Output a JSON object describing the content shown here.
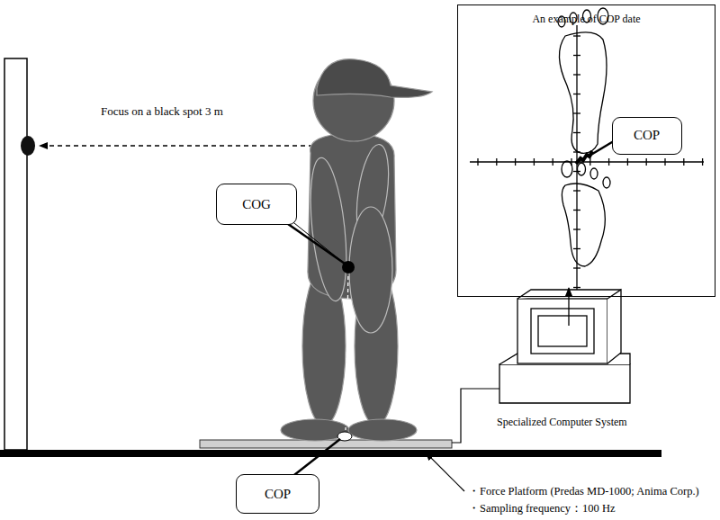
{
  "diagram": {
    "nodes": [
      {
        "text": [
          "An example of COP date"
        ]
      },
      {
        "text": [
          "COP"
        ],
        "in": 0
      },
      {
        "text": [
          "COG"
        ]
      },
      {
        "text": [
          "COP"
        ]
      }
    ],
    "labels": [
      "Focus on a black spot 3 m",
      "Specialized  Computer System",
      "・Force Platform (Predas MD-1000; Anima Corp.)",
      "・Sampling frequency：100 Hz"
    ]
  }
}
